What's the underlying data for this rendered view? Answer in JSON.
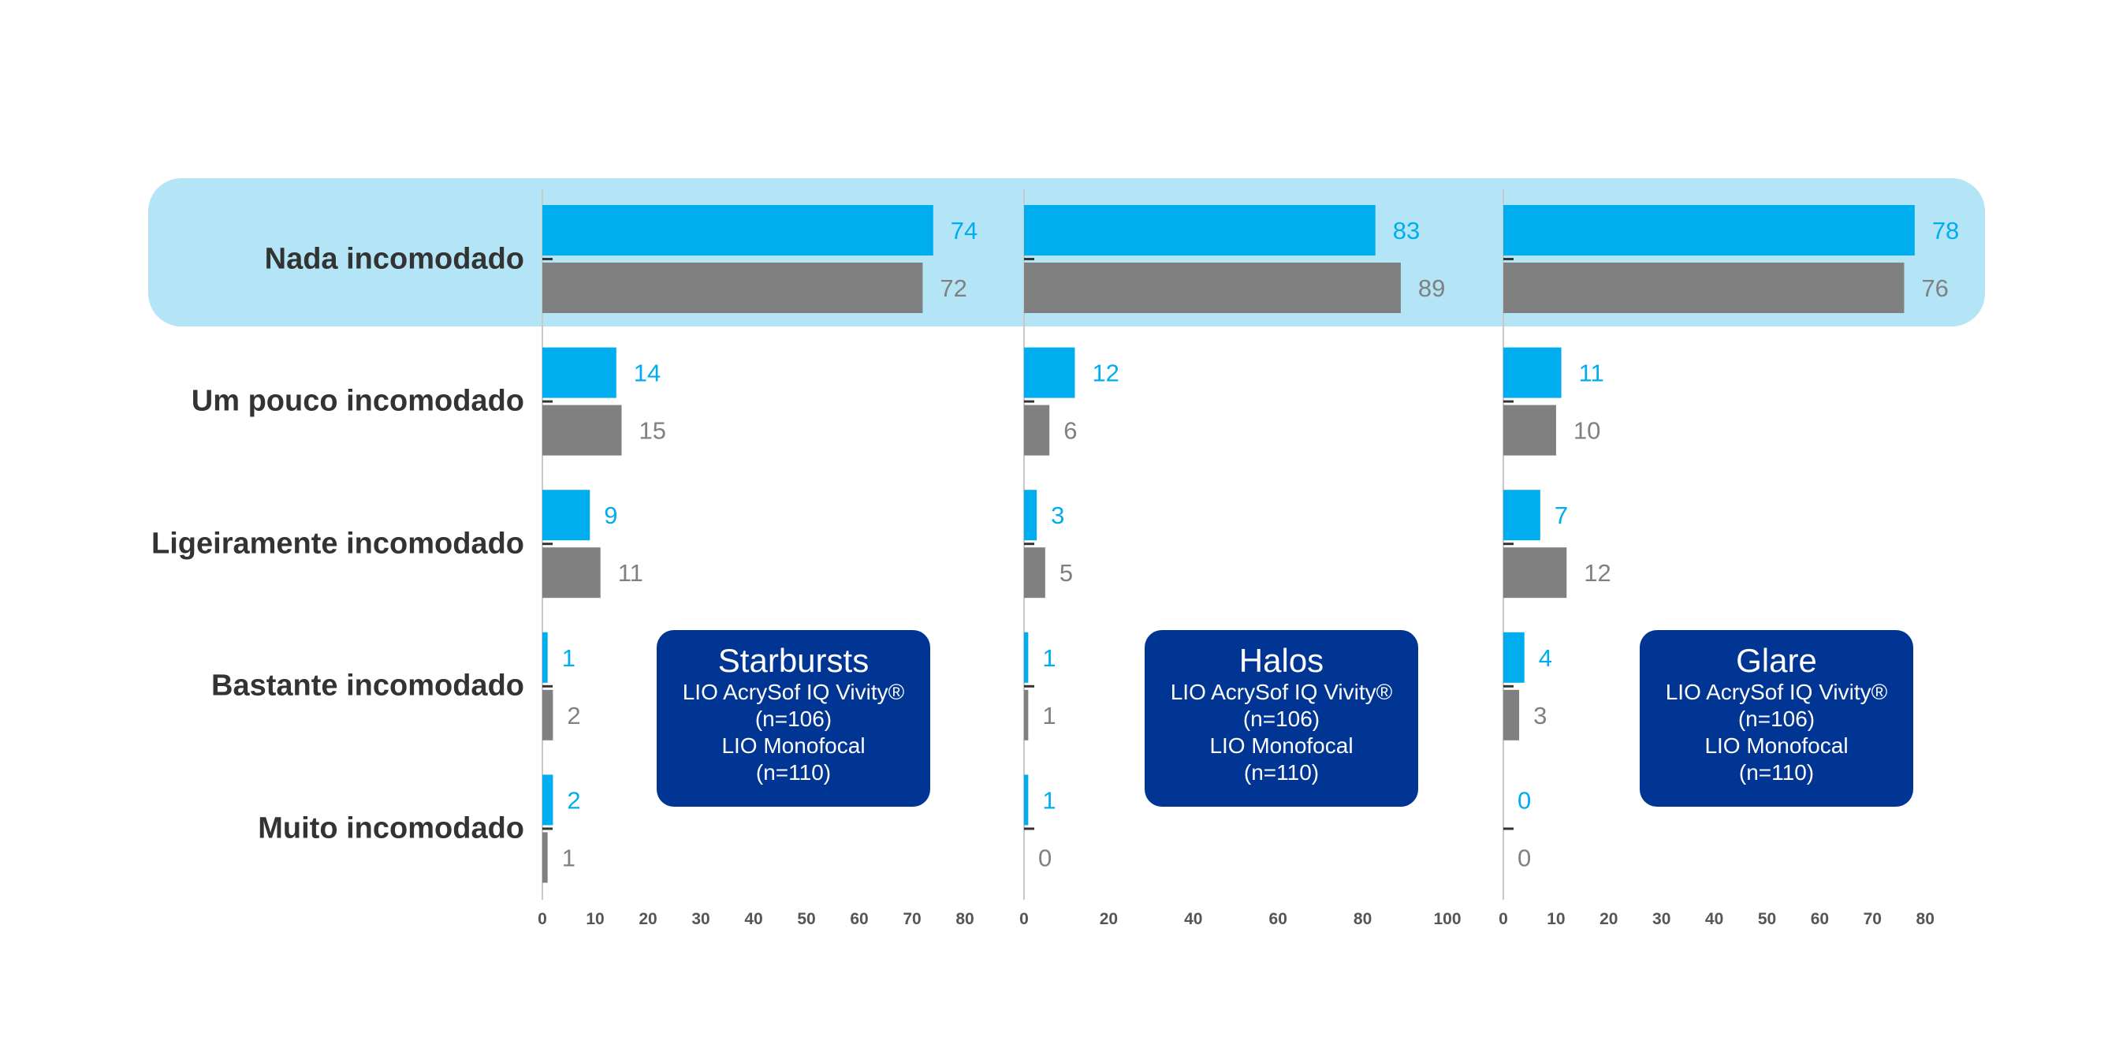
{
  "chart_data": {
    "type": "bar",
    "orientation": "horizontal",
    "categories": [
      "Nada incomodado",
      "Um pouco incomodado",
      "Ligeiramente incomodado",
      "Bastante incomodado",
      "Muito incomodado"
    ],
    "highlighted_category": "Nada incomodado",
    "colors": {
      "vivity": "#00aeef",
      "monofocal": "#808080",
      "highlight": "#b3e5f7",
      "box": "#003594"
    },
    "panels": [
      {
        "title": "Starbursts",
        "series_labels": [
          "LIO AcrySof IQ Vivity®",
          "(n=106)",
          "LIO Monofocal",
          "(n=110)"
        ],
        "xlim": [
          0,
          80
        ],
        "ticks": [
          0,
          10,
          20,
          30,
          40,
          50,
          60,
          70,
          80
        ],
        "series": [
          {
            "name": "LIO AcrySof IQ Vivity (n=106)",
            "values": [
              74,
              14,
              9,
              1,
              2
            ]
          },
          {
            "name": "LIO Monofocal (n=110)",
            "values": [
              72,
              15,
              11,
              2,
              1
            ]
          }
        ]
      },
      {
        "title": "Halos",
        "series_labels": [
          "LIO AcrySof IQ Vivity®",
          "(n=106)",
          "LIO Monofocal",
          "(n=110)"
        ],
        "xlim": [
          0,
          100
        ],
        "ticks": [
          0,
          20,
          40,
          60,
          80,
          100
        ],
        "series": [
          {
            "name": "LIO AcrySof IQ Vivity (n=106)",
            "values": [
              83,
              12,
              3,
              1,
              1
            ]
          },
          {
            "name": "LIO Monofocal (n=110)",
            "values": [
              89,
              6,
              5,
              1,
              0
            ]
          }
        ]
      },
      {
        "title": "Glare",
        "series_labels": [
          "LIO AcrySof IQ Vivity®",
          "(n=106)",
          "LIO Monofocal",
          "(n=110)"
        ],
        "xlim": [
          0,
          80
        ],
        "ticks": [
          0,
          10,
          20,
          30,
          40,
          50,
          60,
          70,
          80
        ],
        "series": [
          {
            "name": "LIO AcrySof IQ Vivity (n=106)",
            "values": [
              78,
              11,
              7,
              4,
              0
            ]
          },
          {
            "name": "LIO Monofocal (n=110)",
            "values": [
              76,
              10,
              12,
              3,
              0
            ]
          }
        ]
      }
    ]
  }
}
